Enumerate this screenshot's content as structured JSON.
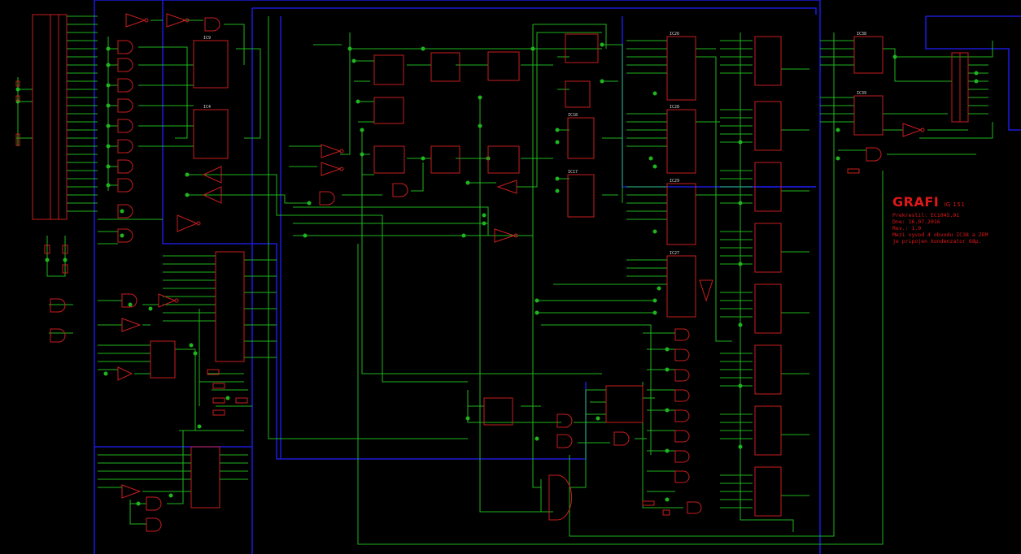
{
  "title_block": {
    "title": "GRAFI",
    "subtitle": "IG 151",
    "line_1": "Prekreslil: EC1045.01",
    "line_2": "Dne: 16.07.2016",
    "line_3": "Rev.: 1.0",
    "line_4": "Mezi vyvod 4 obvodu IC38 a ZEM",
    "line_5": "je pripojen kondenzator 68p."
  },
  "components": [
    {
      "ref": "IC9"
    },
    {
      "ref": "IC4"
    },
    {
      "ref": "IC26"
    },
    {
      "ref": "IC28"
    },
    {
      "ref": "IC29"
    },
    {
      "ref": "IC27"
    },
    {
      "ref": "IC18"
    },
    {
      "ref": "IC17"
    },
    {
      "ref": "IC38"
    },
    {
      "ref": "IC39"
    }
  ],
  "colors": {
    "background": "#000000",
    "wire": "#1fb51f",
    "bus": "#1a1ad6",
    "part": "#c81e1e",
    "text": "#e01818"
  }
}
